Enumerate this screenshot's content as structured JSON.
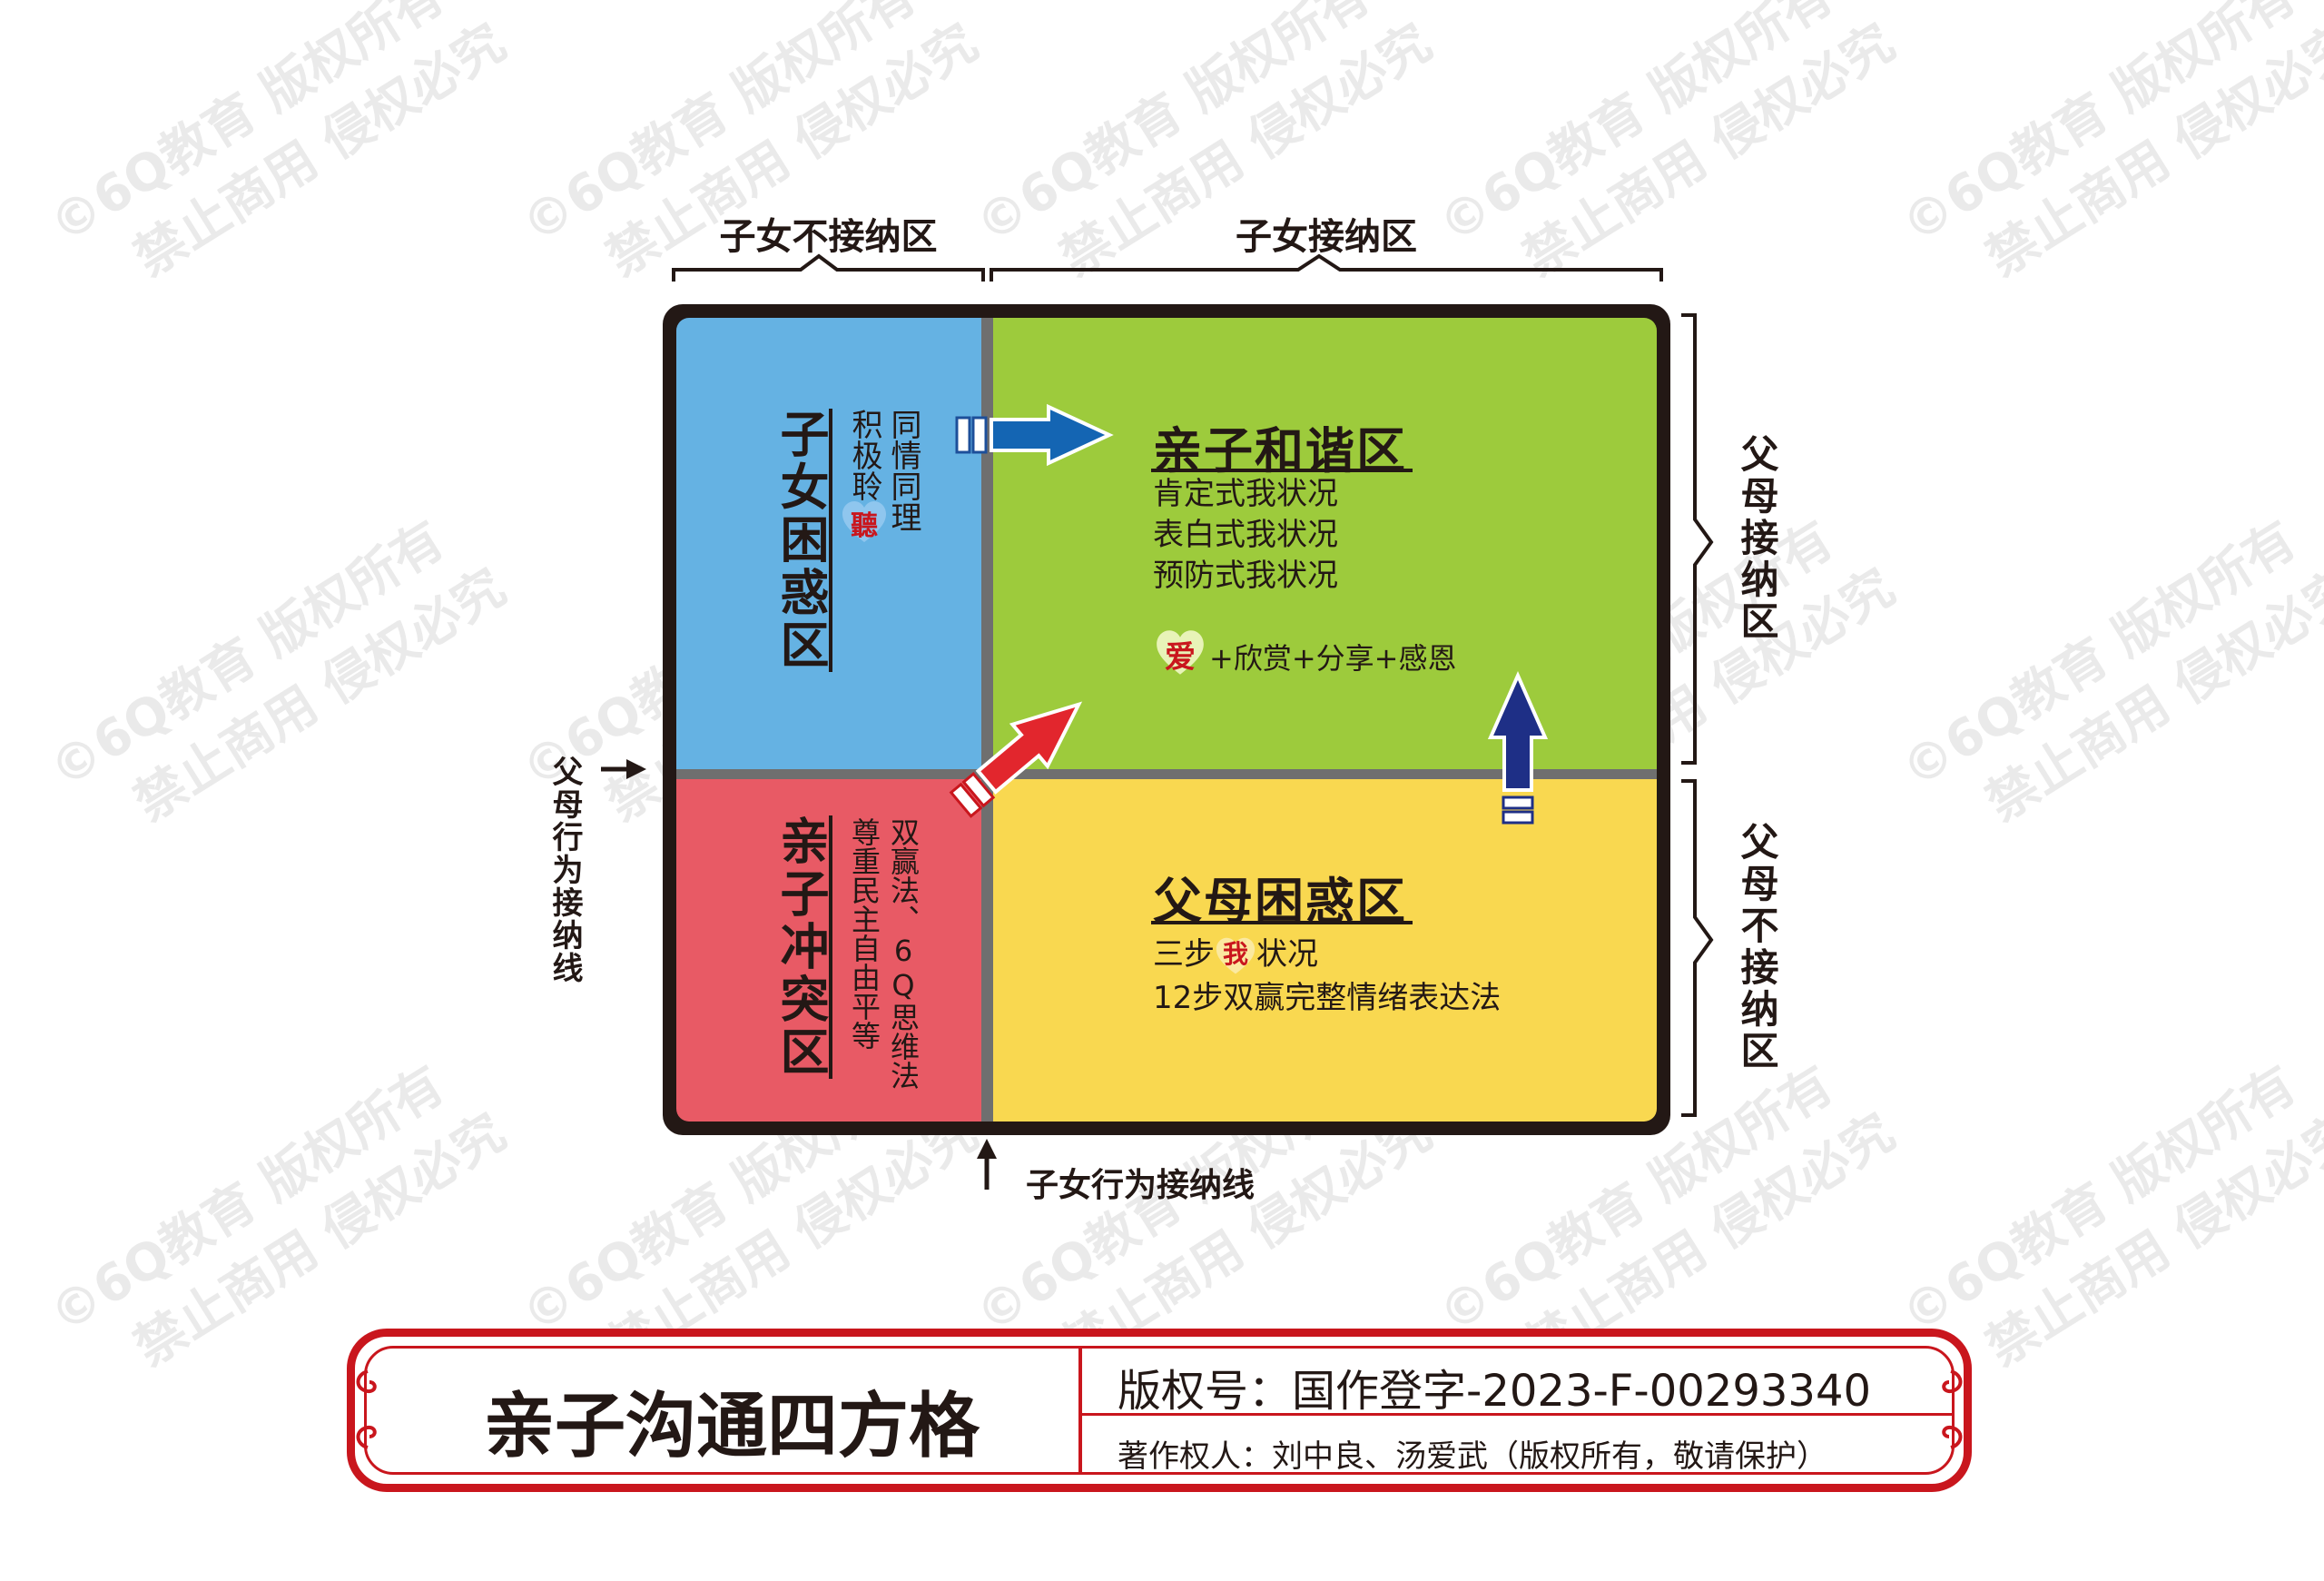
{
  "top_labels": {
    "left": "子女不接纳区",
    "right": "子女接纳区"
  },
  "side_labels": {
    "upper": "父母接纳区",
    "lower": "父母不接纳区"
  },
  "lines": {
    "parent_line": "父母行为接纳线",
    "child_line": "子女行为接纳线"
  },
  "quadrants": {
    "child_confused": {
      "title": "子女困惑区",
      "col1": "同情同理",
      "col2_prefix": "积极聆",
      "heart_char": "聽"
    },
    "harmony": {
      "title": "亲子和谐区",
      "items": [
        "肯定式我状况",
        "表白式我状况",
        "预防式我状况"
      ],
      "love_heart": "爱",
      "love_suffix": "+欣赏+分享+感恩"
    },
    "conflict": {
      "title": "亲子冲突区",
      "col1": "双赢法、6Q思维法",
      "col2": "尊重民主自由平等"
    },
    "parent_confused": {
      "title": "父母困惑区",
      "line1_prefix": "三步",
      "heart_char": "我",
      "line1_suffix": "状况",
      "line2": "12步双赢完整情绪表达法"
    }
  },
  "footer": {
    "title": "亲子沟通四方格",
    "copyright": "版权号：国作登字-2023-F-00293340",
    "authors": "著作权人：刘中良、汤爱武（版权所有，敬请保护）"
  },
  "watermark": {
    "line1": "©6Q教育  版权所有",
    "line2": "禁止商用  侵权必究"
  },
  "colors": {
    "blue": "#65B2E3",
    "green": "#9DCB3C",
    "red": "#E85A65",
    "yellow": "#F9D850",
    "frame": "#231815",
    "accent_red": "#C9161D"
  }
}
